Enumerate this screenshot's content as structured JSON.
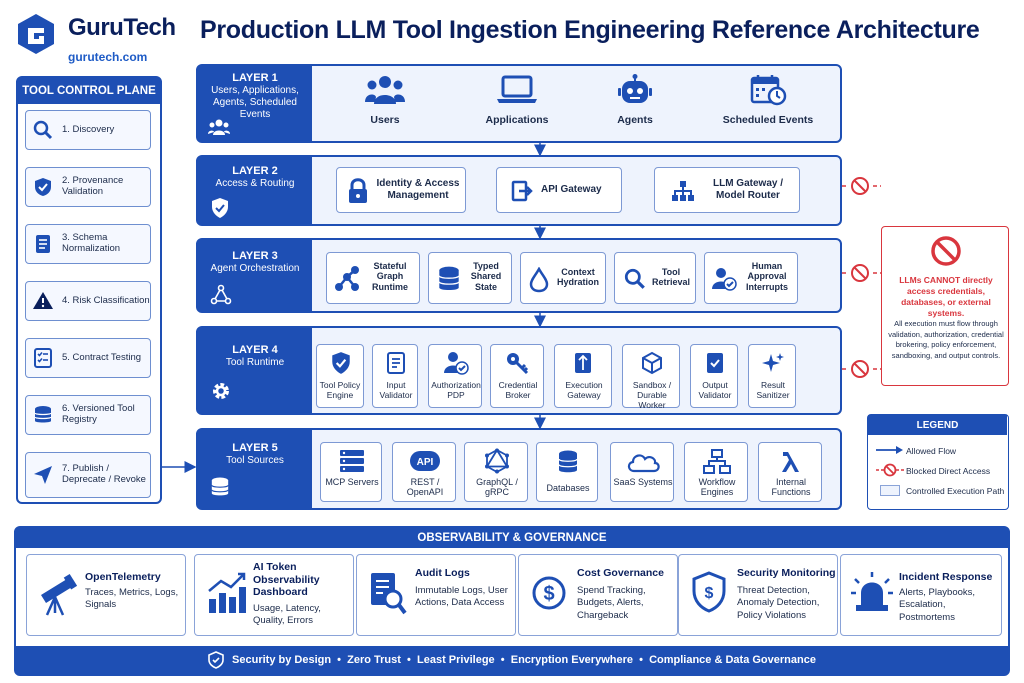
{
  "brand": {
    "name": "GuruTech",
    "url": "gurutech.com"
  },
  "title": "Production LLM Tool Ingestion Engineering Reference Architecture",
  "control_plane": {
    "title": "TOOL CONTROL PLANE",
    "steps": [
      {
        "label": "1. Discovery",
        "icon": "search-icon"
      },
      {
        "label": "2. Provenance Validation",
        "icon": "shield-icon"
      },
      {
        "label": "3. Schema Normalization",
        "icon": "document-icon"
      },
      {
        "label": "4. Risk Classification",
        "icon": "warning-icon"
      },
      {
        "label": "5. Contract Testing",
        "icon": "checklist-icon"
      },
      {
        "label": "6. Versioned Tool Registry",
        "icon": "database-icon"
      },
      {
        "label": "7. Publish / Deprecate / Revoke",
        "icon": "send-icon"
      }
    ]
  },
  "layers": [
    {
      "name": "LAYER 1",
      "subtitle": "Users, Applications, Agents, Scheduled Events",
      "icon": "users-icon",
      "items": [
        {
          "label": "Users",
          "icon": "users-icon"
        },
        {
          "label": "Applications",
          "icon": "laptop-icon"
        },
        {
          "label": "Agents",
          "icon": "robot-icon"
        },
        {
          "label": "Scheduled Events",
          "icon": "calendar-icon"
        }
      ]
    },
    {
      "name": "LAYER 2",
      "subtitle": "Access & Routing",
      "icon": "shield-check-icon",
      "items": [
        {
          "label": "Identity & Access Management",
          "icon": "lock-icon"
        },
        {
          "label": "API Gateway",
          "icon": "gateway-icon"
        },
        {
          "label": "LLM Gateway / Model Router",
          "icon": "router-icon"
        }
      ]
    },
    {
      "name": "LAYER 3",
      "subtitle": "Agent Orchestration",
      "icon": "nodes-icon",
      "items": [
        {
          "label": "Stateful Graph Runtime",
          "icon": "graph-icon"
        },
        {
          "label": "Typed Shared State",
          "icon": "database-icon"
        },
        {
          "label": "Context Hydration",
          "icon": "drop-icon"
        },
        {
          "label": "Tool Retrieval",
          "icon": "search-icon"
        },
        {
          "label": "Human Approval Interrupts",
          "icon": "user-check-icon"
        }
      ]
    },
    {
      "name": "LAYER 4",
      "subtitle": "Tool Runtime",
      "icon": "gear-icon",
      "items": [
        {
          "label": "Tool Policy Engine",
          "icon": "shield-check-icon"
        },
        {
          "label": "Input Validator",
          "icon": "form-icon"
        },
        {
          "label": "Authorization PDP",
          "icon": "user-check-icon"
        },
        {
          "label": "Credential Broker",
          "icon": "key-icon"
        },
        {
          "label": "Execution Gateway",
          "icon": "gateway-icon"
        },
        {
          "label": "Sandbox / Durable Worker",
          "icon": "cube-icon"
        },
        {
          "label": "Output Validator",
          "icon": "check-doc-icon"
        },
        {
          "label": "Result Sanitizer",
          "icon": "sparkle-icon"
        }
      ]
    },
    {
      "name": "LAYER 5",
      "subtitle": "Tool Sources",
      "icon": "database-icon",
      "items": [
        {
          "label": "MCP Servers",
          "icon": "server-icon"
        },
        {
          "label": "REST / OpenAPI",
          "icon": "api-icon"
        },
        {
          "label": "GraphQL / gRPC",
          "icon": "graphql-icon"
        },
        {
          "label": "Databases",
          "icon": "database-icon"
        },
        {
          "label": "SaaS Systems",
          "icon": "cloud-icon"
        },
        {
          "label": "Workflow Engines",
          "icon": "workflow-icon"
        },
        {
          "label": "Internal Functions",
          "icon": "lambda-icon"
        }
      ]
    }
  ],
  "warning": {
    "headline": "LLMs CANNOT directly access credentials, databases, or external systems.",
    "body": "All execution must flow through validation, authorization, credential brokering, policy enforcement, sandboxing, and output controls."
  },
  "legend": {
    "title": "LEGEND",
    "items": [
      "Allowed Flow",
      "Blocked Direct Access",
      "Controlled Execution Path"
    ]
  },
  "observability": {
    "title": "OBSERVABILITY & GOVERNANCE",
    "cards": [
      {
        "title": "OpenTelemetry",
        "desc": "Traces, Metrics, Logs, Signals",
        "icon": "telescope-icon"
      },
      {
        "title": "AI Token Observability Dashboard",
        "desc": "Usage, Latency, Quality, Errors",
        "icon": "chart-icon"
      },
      {
        "title": "Audit Logs",
        "desc": "Immutable Logs, User Actions, Data Access",
        "icon": "audit-icon"
      },
      {
        "title": "Cost Governance",
        "desc": "Spend Tracking, Budgets, Alerts, Chargeback",
        "icon": "dollar-icon"
      },
      {
        "title": "Security Monitoring",
        "desc": "Threat Detection, Anomaly Detection, Policy Violations",
        "icon": "shield-icon"
      },
      {
        "title": "Incident Response",
        "desc": "Alerts, Playbooks, Escalation, Postmortems",
        "icon": "siren-icon"
      }
    ],
    "footer": "Security by Design  •  Zero Trust  •  Least Privilege  •  Encryption Everywhere  •  Compliance & Data Governance"
  },
  "colors": {
    "primary": "#1e4fb4",
    "dark": "#0a1f5c",
    "blocked": "#d9363e",
    "panel_bg": "#eef3fd"
  }
}
